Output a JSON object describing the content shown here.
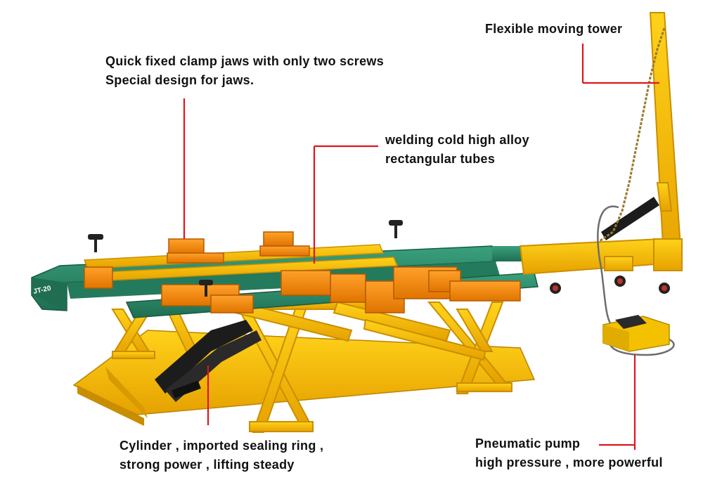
{
  "callouts": {
    "tower": {
      "lines": [
        "Flexible moving tower"
      ]
    },
    "jaws": {
      "lines": [
        "Quick fixed clamp jaws with only two screws",
        "Special design for jaws."
      ]
    },
    "tubes": {
      "lines": [
        "welding cold high alloy",
        "rectangular tubes"
      ]
    },
    "cylinder": {
      "lines": [
        "Cylinder , imported sealing ring ,",
        "strong power , lifting steady"
      ]
    },
    "pump": {
      "lines": [
        "Pneumatic pump",
        "high pressure , more powerful"
      ]
    }
  },
  "machine": {
    "model_label": "JT-20"
  },
  "colors": {
    "leader_line": "#e0141c",
    "frame_yellow": "#f2b400",
    "rail_green": "#2e8a6a",
    "clamp_orange": "#f08a12",
    "cylinder_black": "#1c1c1c",
    "pump_yellow": "#f4c100"
  }
}
